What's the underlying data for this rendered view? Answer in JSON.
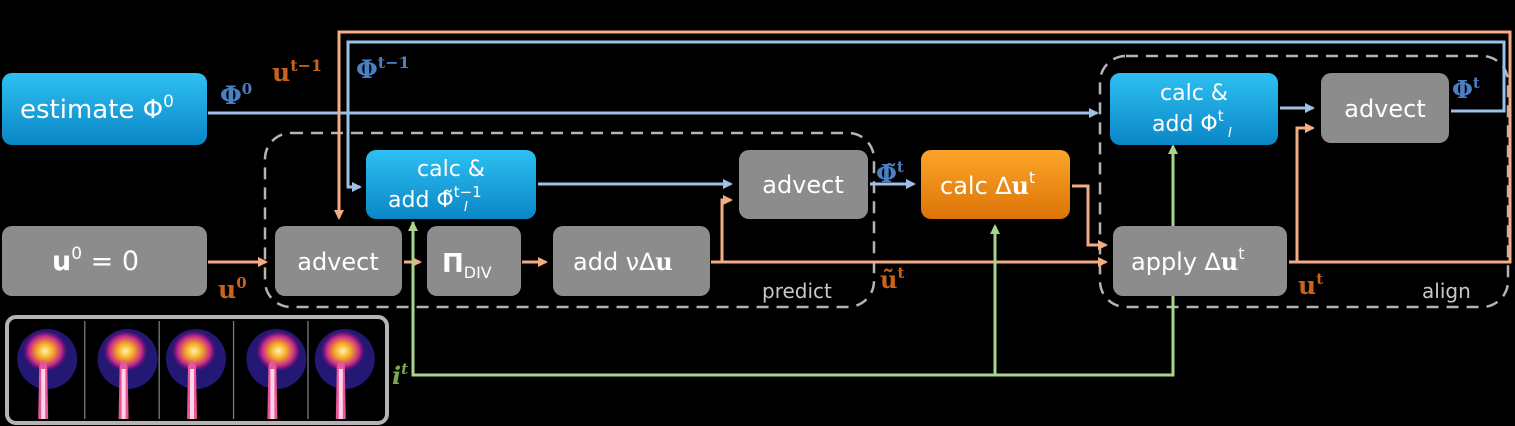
{
  "colors": {
    "blue_box": "#1aa6e0",
    "gray_box": "#8c8c8c",
    "orange_box": "#ef8f10",
    "blue_arrow": "#9cc0e8",
    "orange_arrow": "#f3ad85",
    "green_arrow": "#a8d48c",
    "orange_label": "#c8621c",
    "blue_label": "#4a7fc4",
    "green_label": "#76aa4f",
    "dashed_border": "#b4b4b4"
  },
  "boxes": {
    "estimate_phi0": {
      "text": "estimate Φ",
      "sup": "0"
    },
    "u0_init": {
      "text": "u",
      "sup": "0",
      "rest": " = 0"
    },
    "advect_1": "advect",
    "proj_div": {
      "text": "Π",
      "sub": "DIV"
    },
    "add_viscosity": {
      "text": "add ν∆",
      "bold": "u"
    },
    "calc_add_phi_prev": {
      "line1": "calc &",
      "line2": "add Φ̃",
      "sup": "t−1",
      "sub": "I"
    },
    "advect_2": "advect",
    "calc_delta_u": {
      "text": "calc ∆",
      "bold": "u",
      "sup": "t"
    },
    "calc_add_phi_t": {
      "line1": "calc  &",
      "line2": "add Φ",
      "sup": "t",
      "sub": "I"
    },
    "advect_3": "advect",
    "apply_delta_u": {
      "text": "apply ∆",
      "bold": "u",
      "sup": "t"
    }
  },
  "groups": {
    "predict": "predict",
    "align": "align"
  },
  "labels": {
    "phi0": {
      "base": "Φ",
      "sup": "0"
    },
    "u_prev": {
      "base": "u",
      "sup": "t−1"
    },
    "phi_prev": {
      "base": "Φ",
      "sup": "t−1"
    },
    "phi_t": {
      "base": "Φ",
      "sup": "t"
    },
    "u0": {
      "base": "u",
      "sup": "0"
    },
    "phi_tilde_t": {
      "base": "Φ̃",
      "sup": "t"
    },
    "u_tilde_t": {
      "base": "ũ",
      "sup": "t"
    },
    "u_t": {
      "base": "u",
      "sup": "t"
    },
    "i_t": {
      "base": "i",
      "sup": "t"
    }
  },
  "plume_frames_count": 5
}
